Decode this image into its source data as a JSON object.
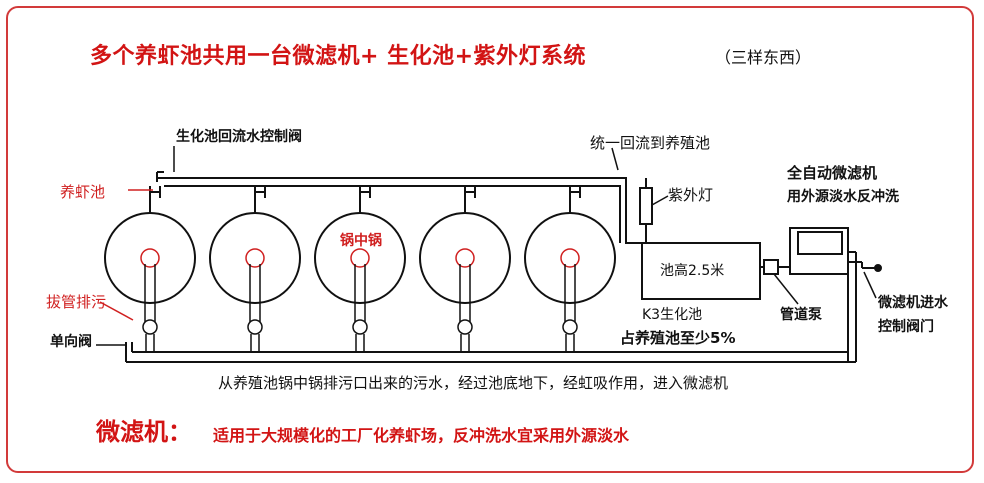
{
  "title": "多个养虾池共用一台微滤机+ 生化池+紫外灯系统",
  "title_note": "（三样东西）",
  "labels": {
    "return_valve": "生化池回流水控制阀",
    "unified_return": "统一回流到养殖池",
    "shrimp_pond": "养虾池",
    "uv_lamp": "紫外灯",
    "auto_filter": "全自动微滤机",
    "backwash": "用外源淡水反冲洗",
    "pull_pipe": "拔管排污",
    "check_valve": "单向阀",
    "center_pot": "锅中锅",
    "pond_height": "池高2.5米",
    "k3_bio": "K3生化池",
    "pipe_pump": "管道泵",
    "ratio": "占养殖池至少5%",
    "inlet_valve_1": "微滤机进水",
    "inlet_valve_2": "控制阀门",
    "flow_note": "从养殖池锅中锅排污口出来的污水，经过池底地下，经虹吸作用，进入微滤机"
  },
  "footer": {
    "title": "微滤机：",
    "text": "适用于大规模化的工厂化养虾场，反冲洗水宜采用外源淡水"
  },
  "colors": {
    "accent_red": "#d21414",
    "border_red": "#d23a3a",
    "line": "#111111"
  }
}
